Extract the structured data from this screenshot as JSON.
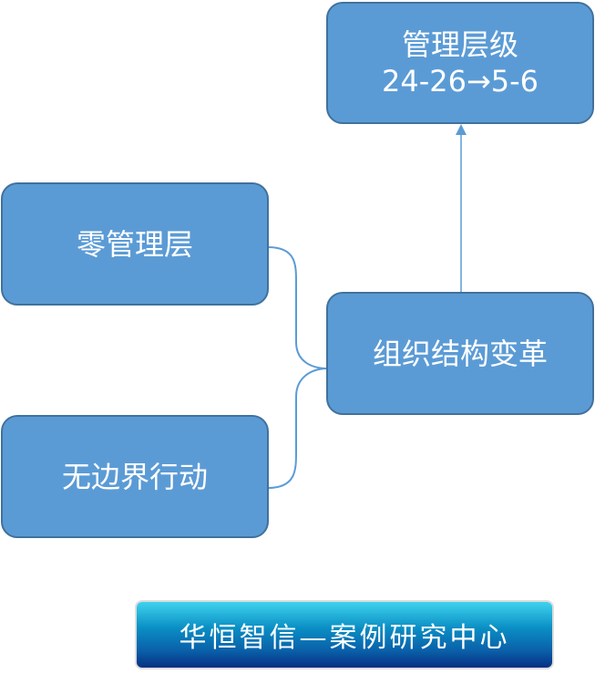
{
  "nodes": {
    "top": {
      "line1": "管理层级",
      "line2": "24-26→5-6"
    },
    "center": "组织结构变革",
    "left_top": "零管理层",
    "left_bottom": "无边界行动"
  },
  "banner": "华恒智信—案例研究中心",
  "colors": {
    "node_fill": "#5b9bd5",
    "node_border": "#41719c",
    "connector": "#5b9bd5"
  }
}
